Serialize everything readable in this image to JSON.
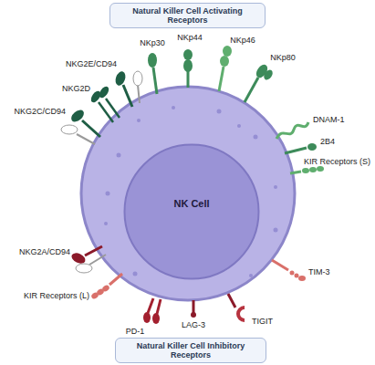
{
  "diagram": {
    "nodes": [
      {
        "text": [
          "Natural Killer Cell Activating Receptors"
        ]
      },
      {
        "text": [
          "NK Cell"
        ]
      },
      {
        "text": [
          "Natural Killer Cell Inhibitory Receptors"
        ]
      }
    ],
    "labels": [
      "NKp30",
      "NKp44",
      "NKp46",
      "NKp80",
      "NKG2E/CD94",
      "NKG2D",
      "NKG2C/CD94",
      "DNAM-1",
      "2B4",
      "KIR Receptors (S)",
      "NKG2A/CD94",
      "KIR Receptors (L)",
      "PD-1",
      "LAG-3",
      "TIGIT",
      "TIM-3"
    ]
  }
}
